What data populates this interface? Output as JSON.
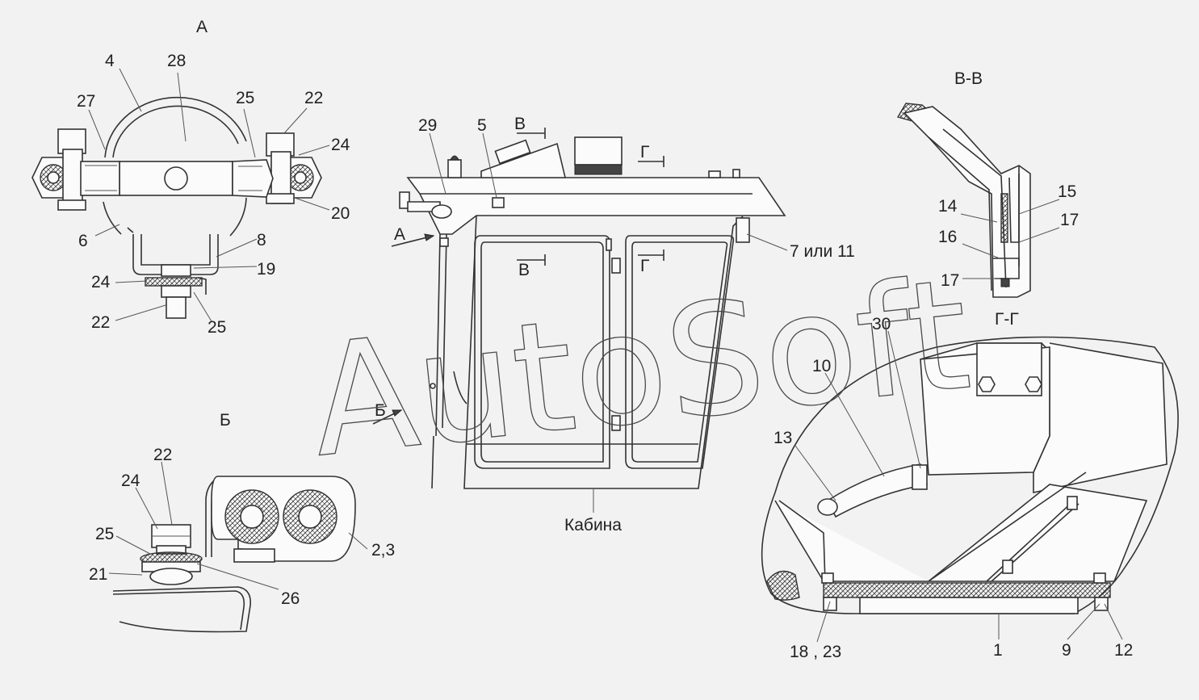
{
  "views": {
    "a": "А",
    "b": "Б",
    "vv": "В-В",
    "gg": "Г-Г"
  },
  "cabin": {
    "label": "Кабина",
    "arrow_a": "А",
    "arrow_b": "Б",
    "section_v": "В",
    "section_g": "Г"
  },
  "labels": {
    "a": [
      "4",
      "28",
      "27",
      "25",
      "22",
      "24",
      "20",
      "6",
      "8",
      "19",
      "24",
      "22",
      "25"
    ],
    "b": [
      "22",
      "24",
      "25",
      "21",
      "26",
      "2,3"
    ],
    "cab": [
      "29",
      "5",
      "7 или 11"
    ],
    "vv": [
      "14",
      "15",
      "16",
      "17",
      "17"
    ],
    "gg": [
      "30",
      "10",
      "13",
      "18 , 23",
      "1",
      "9",
      "12"
    ]
  },
  "watermark": "AutoSoft"
}
